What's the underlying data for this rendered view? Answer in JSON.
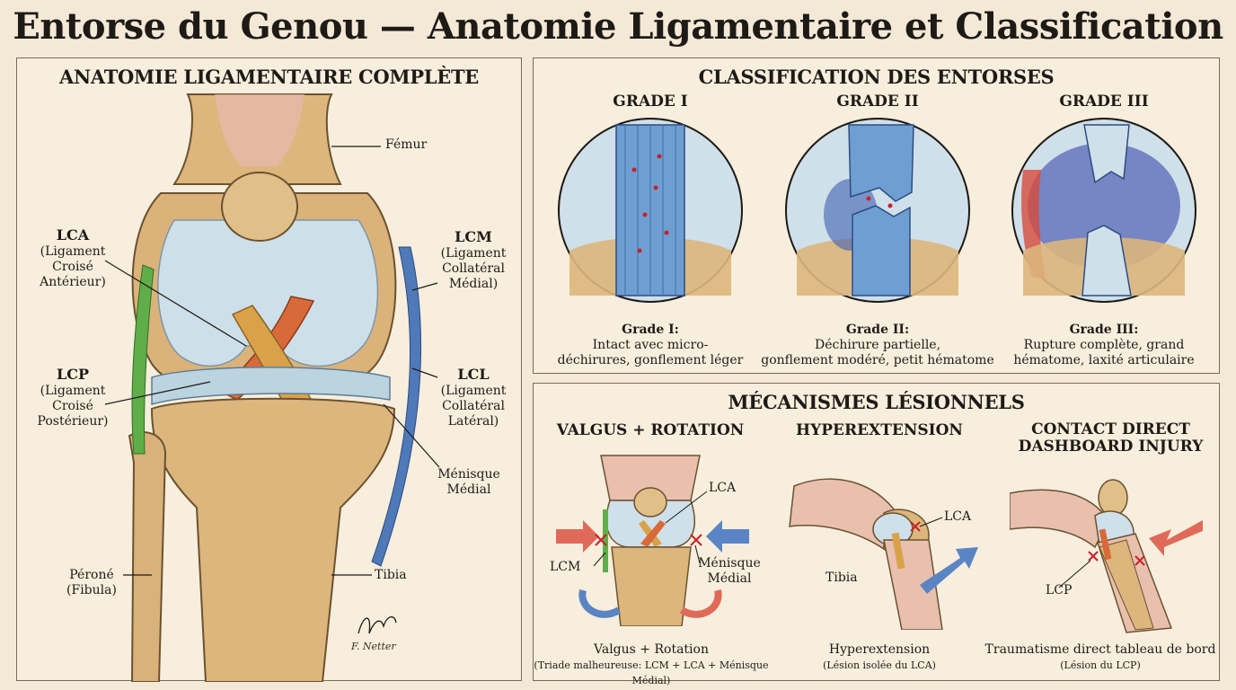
{
  "page_title": "Entorse du Genou — Anatomie Ligamentaire et Classification",
  "anatomy": {
    "heading": "ANATOMIE LIGAMENTAIRE COMPLÈTE",
    "femur": "Fémur",
    "lca_abbr": "LCA",
    "lca_full": "(Ligament Croisé Antérieur)",
    "lcp_abbr": "LCP",
    "lcp_full": "(Ligament Croisé Postérieur)",
    "lcm_abbr": "LCM",
    "lcm_full": "(Ligament Collatéral Médial)",
    "lcl_abbr": "LCL",
    "lcl_full": "(Ligament Collatéral Latéral)",
    "menisque": "Ménisque Médial",
    "perone": "Péroné (Fibula)",
    "tibia": "Tibia",
    "signature": "F. Netter"
  },
  "classification": {
    "heading": "CLASSIFICATION DES ENTORSES",
    "grades": [
      {
        "title": "GRADE I",
        "cap_title": "Grade I:",
        "cap_line1": "Intact avec micro-",
        "cap_line2": "déchirures, gonflement léger"
      },
      {
        "title": "GRADE II",
        "cap_title": "Grade II:",
        "cap_line1": "Déchirure partielle,",
        "cap_line2": "gonflement modéré, petit hématome"
      },
      {
        "title": "GRADE III",
        "cap_title": "Grade III:",
        "cap_line1": "Rupture complète, grand",
        "cap_line2": "hématome, laxité articulaire"
      }
    ]
  },
  "mechanisms": {
    "heading": "MÉCANISMES LÉSIONNELS",
    "valgus": {
      "title": "VALGUS + ROTATION",
      "lca": "LCA",
      "lcm": "LCM",
      "menisque": "Ménisque Médial",
      "cap_main": "Valgus + Rotation",
      "cap_sub": "(Triade malheureuse: LCM + LCA + Ménisque Médial)"
    },
    "hyper": {
      "title": "HYPEREXTENSION",
      "lca": "LCA",
      "tibia": "Tibia",
      "cap_main": "Hyperextension",
      "cap_sub": "(Lésion isolée du LCA)"
    },
    "direct": {
      "title_line1": "CONTACT DIRECT",
      "title_line2": "DASHBOARD INJURY",
      "lcp": "LCP",
      "cap_main": "Traumatisme direct tableau de bord",
      "cap_sub": "(Lésion du LCP)"
    }
  },
  "colors": {
    "bone": "#ddbb82",
    "cartilage": "#c9dbe6",
    "lca": "#d9a24a",
    "lcp": "#d86a3a",
    "lcm": "#4f79b8",
    "lcl": "#5fae4a",
    "arrow_red": "#e06a5a",
    "arrow_blue": "#5b84c4"
  }
}
